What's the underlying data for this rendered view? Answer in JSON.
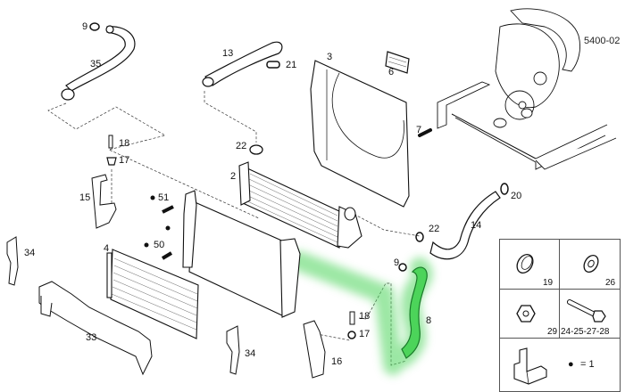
{
  "diagram": {
    "reference_code": "5400-02",
    "highlight_color": "#4cd45a",
    "highlighted_part": "8",
    "part_labels": [
      {
        "id": "p9a",
        "text": "9"
      },
      {
        "id": "p35",
        "text": "35"
      },
      {
        "id": "p13",
        "text": "13"
      },
      {
        "id": "p21",
        "text": "21"
      },
      {
        "id": "p3",
        "text": "3"
      },
      {
        "id": "p6",
        "text": "6"
      },
      {
        "id": "p18a",
        "text": "18"
      },
      {
        "id": "p17a",
        "text": "17"
      },
      {
        "id": "p22a",
        "text": "22"
      },
      {
        "id": "p7",
        "text": "7"
      },
      {
        "id": "p2",
        "text": "2"
      },
      {
        "id": "p15",
        "text": "15"
      },
      {
        "id": "p51",
        "text": "51"
      },
      {
        "id": "p50",
        "text": "50"
      },
      {
        "id": "p4",
        "text": "4"
      },
      {
        "id": "p34a",
        "text": "34"
      },
      {
        "id": "p34b",
        "text": "34"
      },
      {
        "id": "p33",
        "text": "33"
      },
      {
        "id": "p20",
        "text": "20"
      },
      {
        "id": "p14",
        "text": "14"
      },
      {
        "id": "p22b",
        "text": "22"
      },
      {
        "id": "p9b",
        "text": "9"
      },
      {
        "id": "p8",
        "text": "8"
      },
      {
        "id": "p18b",
        "text": "18"
      },
      {
        "id": "p17b",
        "text": "17"
      },
      {
        "id": "p16",
        "text": "16"
      }
    ]
  },
  "legend": {
    "cells": [
      {
        "label": "19",
        "icon": "hose-clamp-icon"
      },
      {
        "label": "26",
        "icon": "washer-icon"
      },
      {
        "label": "29",
        "icon": "nut-icon"
      },
      {
        "label": "24-25-27-28",
        "icon": "bolt-icon"
      }
    ],
    "bracket_icon": "bracket-icon",
    "dot_symbol": "●",
    "equals_text": "= 1"
  }
}
